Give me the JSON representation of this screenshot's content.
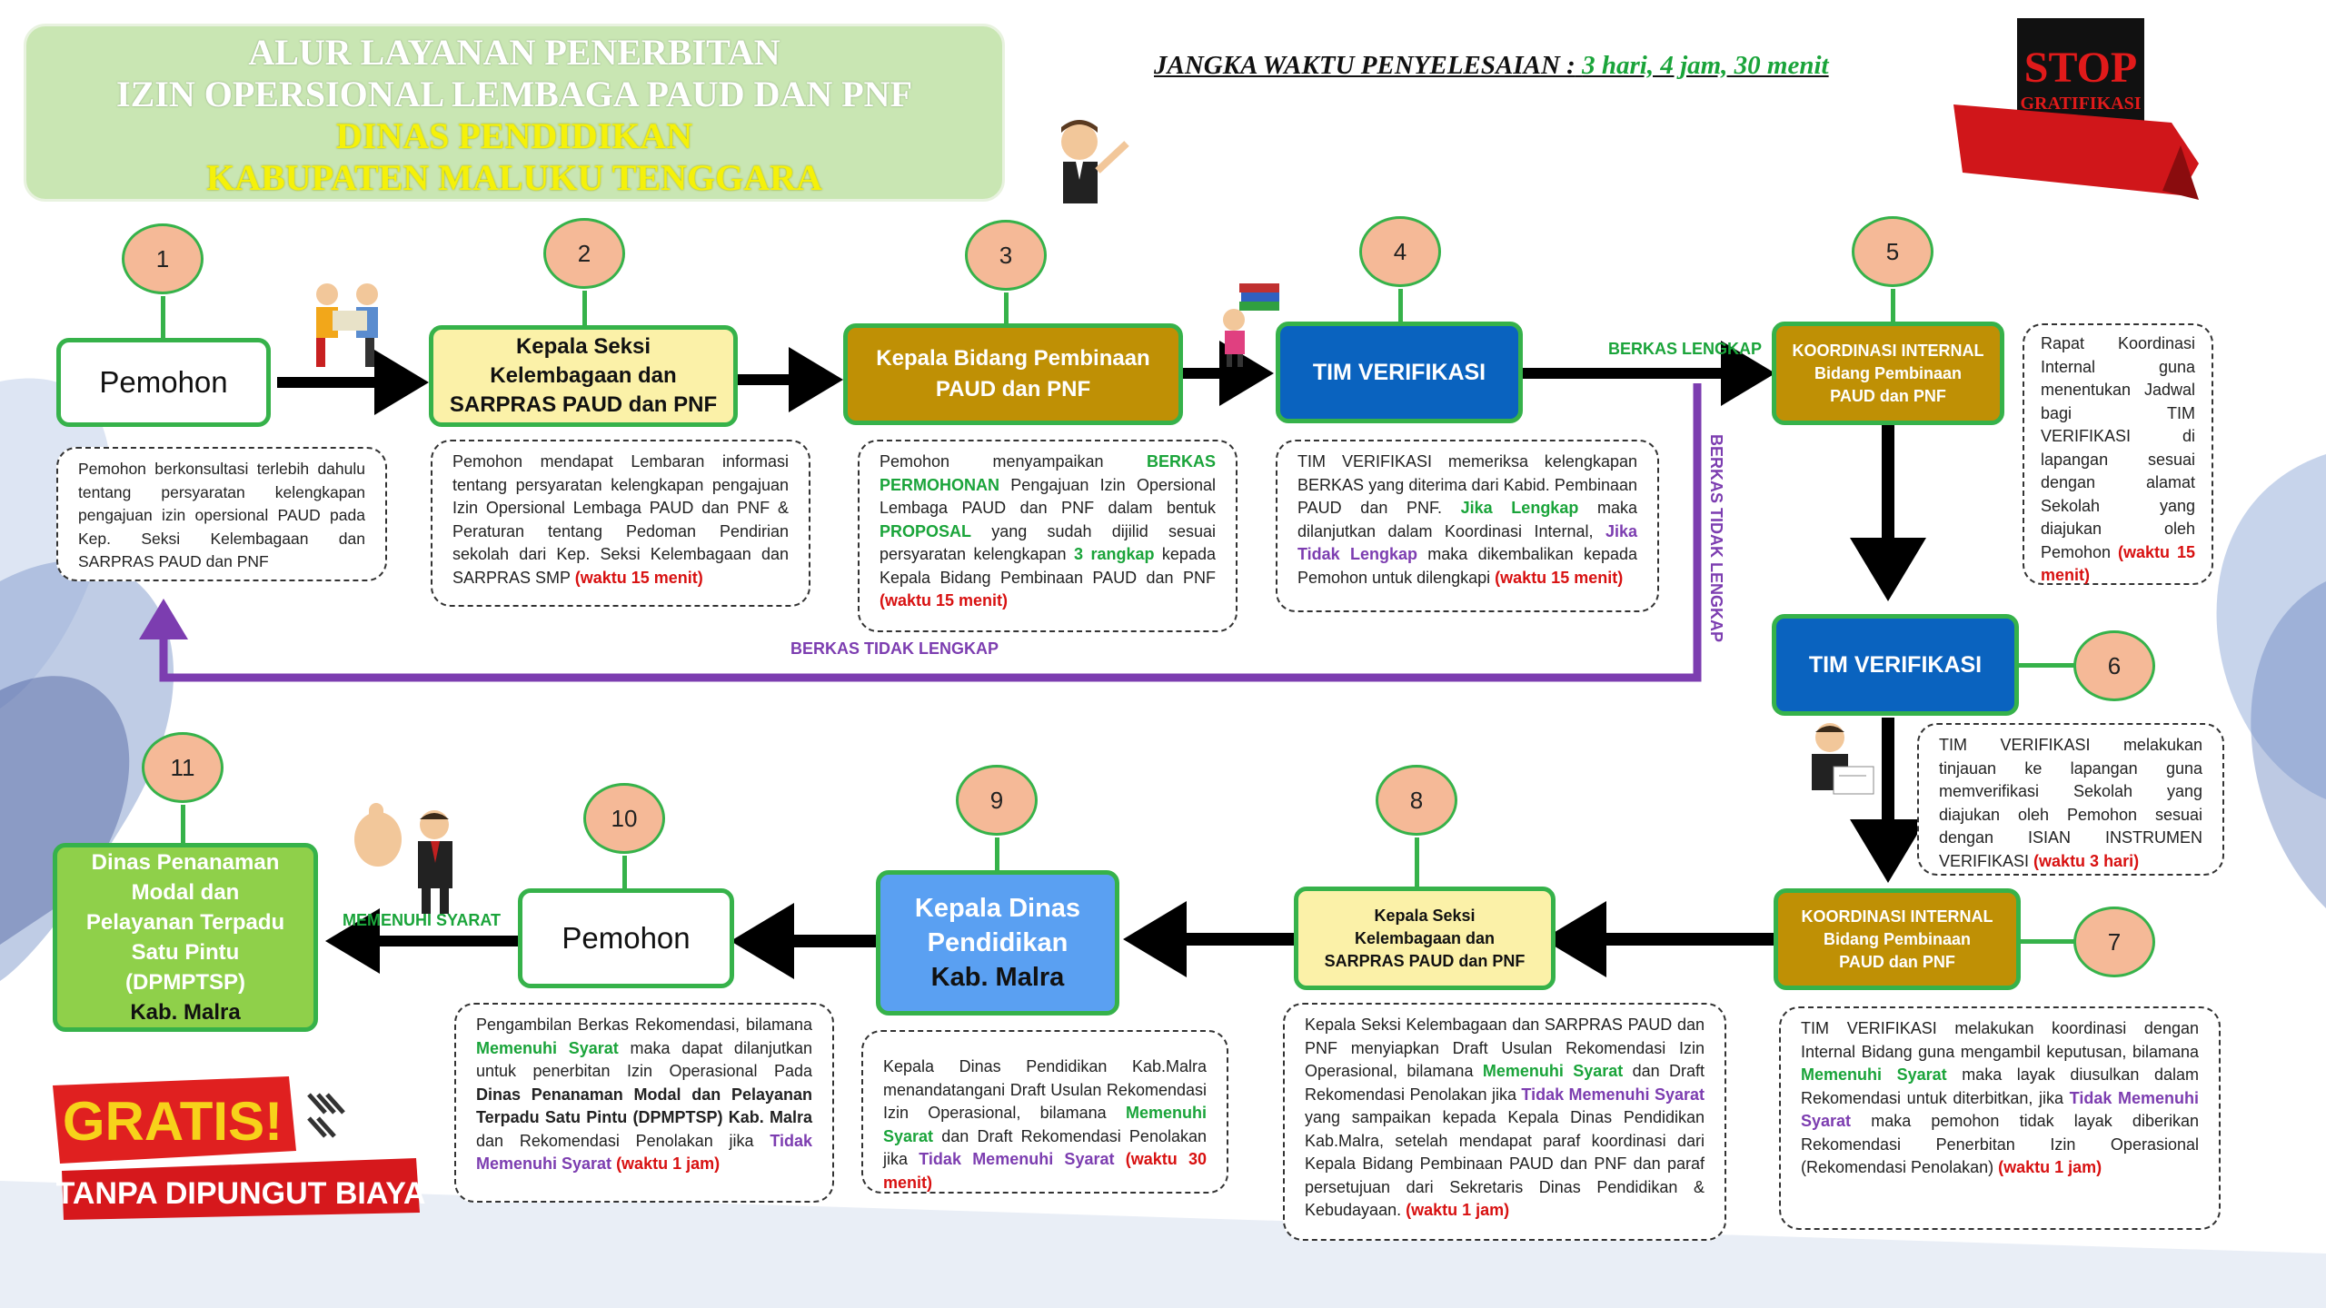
{
  "title": {
    "line1": "ALUR LAYANAN PENERBITAN",
    "line2": "IZIN OPERSIONAL LEMBAGA PAUD DAN PNF",
    "line3": "DINAS PENDIDIKAN",
    "line4": "KABUPATEN MALUKU TENGGARA"
  },
  "deadline": {
    "label": "JANGKA WAKTU PENYELESAIAN :",
    "value": "3 hari, 4 jam, 30 menit"
  },
  "stamp": {
    "stop": "STOP",
    "gratifikasi": "GRATIFIKASI"
  },
  "badge": {
    "gratis": "GRATIS!",
    "tagline": "TANPA DIPUNGUT BIAYA"
  },
  "steps": [
    {
      "num": "1",
      "label": "Pemohon"
    },
    {
      "num": "2",
      "label": "Kepala Seksi Kelembagaan dan SARPRAS PAUD dan PNF"
    },
    {
      "num": "3",
      "label": "Kepala Bidang Pembinaan PAUD dan PNF"
    },
    {
      "num": "4",
      "label": "TIM VERIFIKASI"
    },
    {
      "num": "5",
      "label": "KOORDINASI INTERNAL Bidang Pembinaan PAUD dan PNF"
    },
    {
      "num": "6",
      "label": "TIM VERIFIKASI"
    },
    {
      "num": "7",
      "label": "KOORDINASI INTERNAL Bidang Pembinaan PAUD dan PNF"
    },
    {
      "num": "8",
      "label": "Kepala Seksi Kelembagaan dan SARPRAS PAUD dan PNF"
    },
    {
      "num": "9",
      "label": "Kepala Dinas Pendidikan Kab. Malra"
    },
    {
      "num": "10",
      "label": "Pemohon"
    },
    {
      "num": "11",
      "label": "Dinas Penanaman Modal dan Pelayanan Terpadu Satu Pintu (DPMPTSP) Kab. Malra"
    }
  ],
  "box_lines": {
    "b2": [
      "Kepala Seksi",
      "Kelembagaan dan",
      "SARPRAS PAUD dan PNF"
    ],
    "b3": [
      "Kepala Bidang Pembinaan",
      "PAUD dan PNF"
    ],
    "b5": [
      "KOORDINASI INTERNAL",
      "Bidang Pembinaan",
      "PAUD dan PNF"
    ],
    "b7": [
      "KOORDINASI INTERNAL",
      "Bidang Pembinaan",
      "PAUD dan PNF"
    ],
    "b8": [
      "Kepala Seksi",
      "Kelembagaan dan",
      "SARPRAS PAUD dan PNF"
    ],
    "b9": [
      "Kepala Dinas",
      "Pendidikan",
      "Kab. Malra"
    ],
    "b11": [
      "Dinas Penanaman",
      "Modal dan",
      "Pelayanan Terpadu",
      "Satu Pintu",
      "(DPMPTSP)",
      "Kab. Malra"
    ]
  },
  "labels": {
    "berkas_lengkap": "BERKAS LENGKAP",
    "berkas_tidak_lengkap": "BERKAS TIDAK LENGKAP",
    "berkas_tidak_lengkap_v": "BERKAS TIDAK LENGKAP",
    "memenuhi_syarat": "MEMENUHI SYARAT"
  },
  "desc": {
    "d1": "Pemohon berkonsultasi terlebih dahulu tentang persyaratan kelengkapan pengajuan izin opersional PAUD pada Kep. Seksi Kelembagaan dan SARPRAS PAUD dan PNF",
    "d2": {
      "text": "Pemohon mendapat Lembaran informasi tentang persyaratan kelengkapan pengajuan Izin Opersional Lembaga PAUD dan PNF & Peraturan tentang Pedoman Pendirian sekolah dari Kep. Seksi Kelembagaan dan SARPRAS SMP",
      "time": "(waktu 15 menit)"
    },
    "d3": {
      "a": "Pemohon menyampaikan",
      "b": "BERKAS PERMOHONAN",
      "c": "Pengajuan Izin Opersional Lembaga PAUD dan PNF dalam bentuk",
      "d": "PROPOSAL",
      "e": "yang sudah dijilid sesuai persyaratan kelengkapan",
      "f": "3 rangkap",
      "g": "kepada Kepala Bidang Pembinaan PAUD dan PNF",
      "time": "(waktu 15 menit)"
    },
    "d4": {
      "a": "TIM VERIFIKASI memeriksa kelengkapan BERKAS yang diterima dari Kabid. Pembinaan PAUD dan PNF.",
      "b": "Jika Lengkap",
      "c": "maka dilanjutkan dalam Koordinasi Internal,",
      "d": "Jika Tidak Lengkap",
      "e": "maka dikembalikan kepada Pemohon untuk dilengkapi",
      "time": "(waktu 15 menit)"
    },
    "d5": {
      "text": "Rapat Koordinasi Internal guna menentukan Jadwal bagi TIM VERIFIKASI di lapangan sesuai dengan alamat Sekolah yang diajukan oleh Pemohon",
      "time": "(waktu 15 menit)"
    },
    "d6": {
      "text": "TIM VERIFIKASI melakukan tinjauan ke lapangan guna memverifikasi Sekolah yang diajukan oleh Pemohon sesuai dengan ISIAN INSTRUMEN VERIFIKASI",
      "time": "(waktu 3 hari)"
    },
    "d7": {
      "a": "TIM VERIFIKASI melakukan koordinasi dengan Internal Bidang guna mengambil keputusan, bilamana",
      "b": "Memenuhi Syarat",
      "c": "maka layak diusulkan dalam Rekomendasi untuk diterbitkan, jika",
      "d": "Tidak Memenuhi Syarat",
      "e": "maka pemohon tidak layak diberikan Rekomendasi Penerbitan Izin Operasional (Rekomendasi Penolakan)",
      "time": "(waktu 1 jam)"
    },
    "d8": {
      "a": "Kepala Seksi Kelembagaan dan SARPRAS PAUD dan PNF menyiapkan Draft Usulan Rekomendasi Izin Operasional, bilamana",
      "b": "Memenuhi Syarat",
      "c": "dan Draft Rekomendasi Penolakan jika",
      "d": "Tidak Memenuhi Syarat",
      "e": "yang sampaikan kepada Kepala Dinas Pendidikan Kab.Malra, setelah mendapat paraf koordinasi dari Kepala Bidang Pembinaan PAUD dan PNF dan paraf persetujuan dari Sekretaris Dinas Pendidikan & Kebudayaan.",
      "time": "(waktu 1 jam)"
    },
    "d9": {
      "a": "Kepala Dinas Pendidikan Kab.Malra menandatangani Draft Usulan Rekomendasi Izin Operasional, bilamana",
      "b": "Memenuhi Syarat",
      "c": "dan Draft Rekomendasi Penolakan jika",
      "d": "Tidak Memenuhi Syarat",
      "time": "(waktu 30 menit)"
    },
    "d10": {
      "a": "Pengambilan Berkas Rekomendasi, bilamana",
      "b": "Memenuhi Syarat",
      "c": "maka dapat dilanjutkan untuk penerbitan Izin Operasional Pada",
      "d": "Dinas Penanaman Modal dan Pelayanan Terpadu Satu Pintu (DPMPTSP) Kab. Malra",
      "e": "dan Rekomendasi Penolakan jika",
      "f": "Tidak Memenuhi Syarat",
      "time": "(waktu 1 jam)"
    }
  },
  "colors": {
    "green": "#36b24a",
    "gold": "#bf9005",
    "blue": "#0a63bf",
    "purple": "#7c3db0",
    "red": "#d81111"
  }
}
